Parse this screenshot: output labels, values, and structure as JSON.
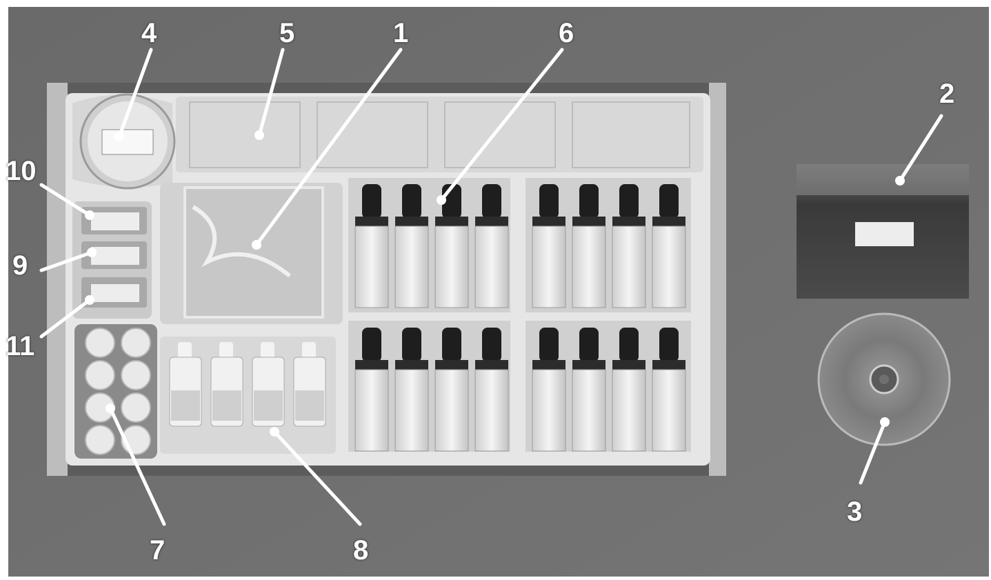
{
  "figure": {
    "callouts": [
      {
        "id": "1",
        "label": "1"
      },
      {
        "id": "2",
        "label": "2"
      },
      {
        "id": "3",
        "label": "3"
      },
      {
        "id": "4",
        "label": "4"
      },
      {
        "id": "5",
        "label": "5"
      },
      {
        "id": "6",
        "label": "6"
      },
      {
        "id": "7",
        "label": "7"
      },
      {
        "id": "8",
        "label": "8"
      },
      {
        "id": "9",
        "label": "9"
      },
      {
        "id": "10",
        "label": "10"
      },
      {
        "id": "11",
        "label": "11"
      }
    ]
  },
  "colors": {
    "background": "#ffffff",
    "backdrop": "#6f6f6f",
    "tray": "#e9e9e9",
    "box": "#5a5a5a",
    "callout": "#ffffff"
  }
}
